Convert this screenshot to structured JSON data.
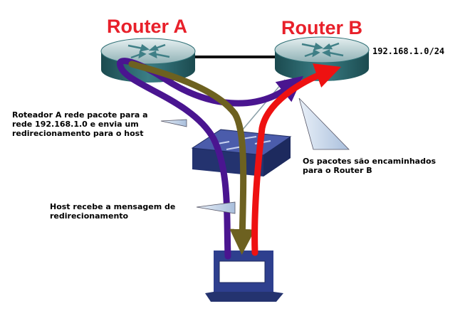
{
  "routers": {
    "a": {
      "title": "Router A"
    },
    "b": {
      "title": "Router B",
      "network": "192.168.1.0/24"
    }
  },
  "callouts": {
    "router_a_redirect": {
      "lines": [
        "Roteador A rede pacote para a",
        "rede 192.168.1.0 e envia um",
        "redirecionamento para o host"
      ]
    },
    "forwarded": {
      "lines": [
        "Os pacotes são encaminhados",
        "para o Router B"
      ]
    },
    "host_receives": {
      "lines": [
        "Host recebe a mensagem de",
        "redirecionamento"
      ]
    }
  },
  "colors": {
    "title_red": "#e8202a",
    "path_purple": "#4a1590",
    "path_olive": "#6d6120",
    "path_red": "#ee1111",
    "router_body": "#2f6f75",
    "switch_body": "#2e3f8e",
    "host_body": "#2e3f8e",
    "callout_fill": "#c8d7ea"
  }
}
